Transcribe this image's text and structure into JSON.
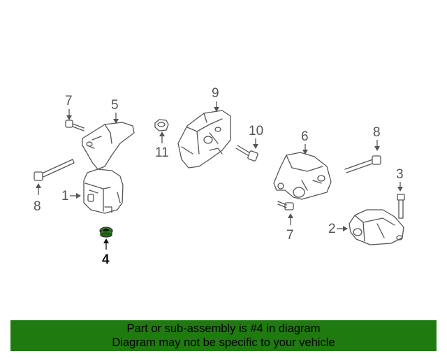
{
  "callouts": {
    "c1": "1",
    "c2": "2",
    "c3": "3",
    "c4": "4",
    "c5": "5",
    "c6": "6",
    "c7a": "7",
    "c7b": "7",
    "c8a": "8",
    "c8b": "8",
    "c9": "9",
    "c10": "10",
    "c11": "11"
  },
  "banner": {
    "line1": "Part or sub-assembly is #4 in diagram",
    "line2": "Diagram may not be specific to your vehicle"
  },
  "colors": {
    "banner": "#1f7a10",
    "highlight_part": "#2a8a12"
  }
}
